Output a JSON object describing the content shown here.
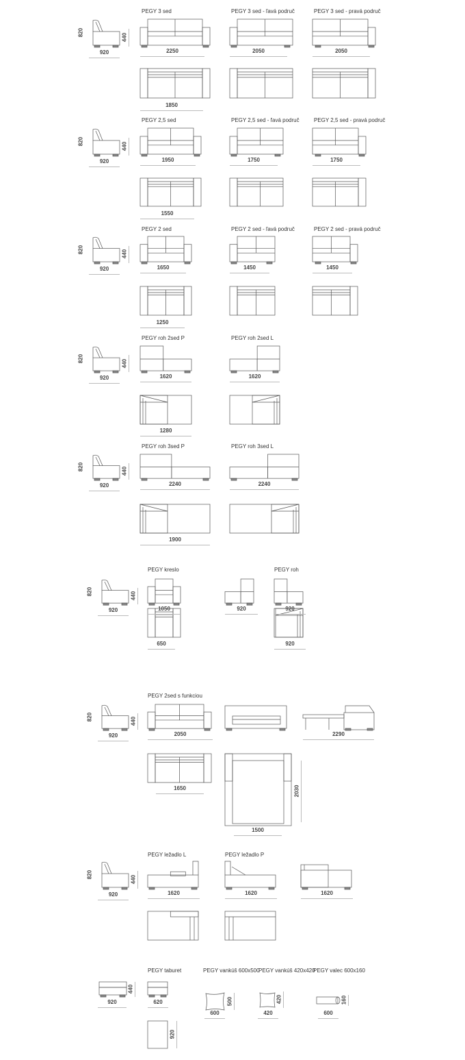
{
  "sections": [
    {
      "models": [
        "PEGY  3 sed",
        "PEGY  3 sed - ľavá područ",
        "PEGY  3 sed - pravá područ"
      ],
      "side": {
        "height": "820",
        "seat": "440",
        "depth": "920"
      },
      "front_widths": [
        "2250",
        "2050",
        "2050"
      ],
      "top_widths": [
        "1850"
      ]
    },
    {
      "models": [
        "PEGY  2,5 sed",
        "PEGY  2,5 sed - ľavá područ",
        "PEGY  2,5 sed - pravá područ"
      ],
      "side": {
        "height": "820",
        "seat": "440",
        "depth": "920"
      },
      "front_widths": [
        "1950",
        "1750",
        "1750"
      ],
      "top_widths": [
        "1550"
      ]
    },
    {
      "models": [
        "PEGY  2 sed",
        "PEGY  2 sed - ľavá područ",
        "PEGY  2 sed - pravá područ"
      ],
      "side": {
        "height": "820",
        "seat": "440",
        "depth": "920"
      },
      "front_widths": [
        "1650",
        "1450",
        "1450"
      ],
      "top_widths": [
        "1250"
      ]
    },
    {
      "models": [
        "PEGY  roh 2sed P",
        "PEGY  roh 2sed L"
      ],
      "side": {
        "height": "820",
        "seat": "440",
        "depth": "920"
      },
      "front_widths": [
        "1620",
        "1620"
      ],
      "top_widths": [
        "1280"
      ]
    },
    {
      "models": [
        "PEGY  roh 3sed P",
        "PEGY  roh 3sed L"
      ],
      "side": {
        "height": "820",
        "seat": "440",
        "depth": "920"
      },
      "front_widths": [
        "2240",
        "2240"
      ],
      "top_widths": [
        "1900"
      ]
    },
    {
      "models": [
        "PEGY  kreslo",
        "PEGY  roh"
      ],
      "side": {
        "height": "820",
        "seat": "440",
        "depth": "920"
      },
      "front_widths": [
        "1050",
        "920",
        "920"
      ],
      "top_widths": [
        "650",
        "920"
      ]
    },
    {
      "models": [
        "PEGY  2sed s funkciou"
      ],
      "side": {
        "height": "820",
        "seat": "440",
        "depth": "920"
      },
      "front_widths": [
        "2050",
        "2290"
      ],
      "top_widths": [
        "1650",
        "1500"
      ],
      "bed_length": "2030"
    },
    {
      "models": [
        "PEGY  ležadlo L",
        "PEGY  ležadlo P"
      ],
      "side": {
        "height": "820",
        "seat": "440",
        "depth": "920"
      },
      "front_widths": [
        "1620",
        "1620",
        "1620"
      ]
    },
    {
      "models": [
        "PEGY  taburet",
        "PEGY  vankúš 600x500",
        "PEGY  vankúš 420x420",
        "PEGY  valec 600x160"
      ],
      "side": {
        "seat": "440",
        "depth": "920"
      },
      "front_widths": [
        "620",
        "600",
        "420",
        "600"
      ],
      "heights": [
        "500",
        "420",
        "160"
      ],
      "top_length": "920"
    }
  ]
}
